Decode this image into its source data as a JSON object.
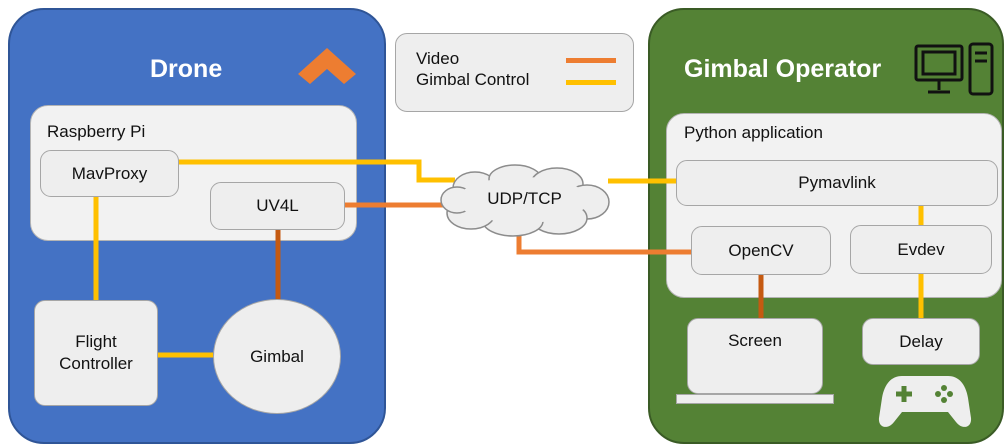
{
  "drone": {
    "title": "Drone",
    "subsystem_label": "Raspberry Pi",
    "mavproxy": "MavProxy",
    "uv4l": "UV4L",
    "flight_controller": "Flight\nController",
    "gimbal": "Gimbal"
  },
  "operator": {
    "title": "Gimbal Operator",
    "subsystem_label": "Python application",
    "pymavlink": "Pymavlink",
    "opencv": "OpenCV",
    "evdev": "Evdev",
    "screen": "Screen",
    "delay": "Delay"
  },
  "network": {
    "label": "UDP/TCP"
  },
  "legend": {
    "video_label": "Video",
    "control_label": "Gimbal Control"
  },
  "colors": {
    "video": "#ed7d31",
    "video_inner": "#c55a11",
    "gimbal_control": "#ffc000",
    "drone_panel": "#4472c4",
    "operator_panel": "#548235"
  },
  "icons": {
    "drone": "orange-chevron-icon",
    "operator": "desktop-computer-icon",
    "controller": "gamepad-icon"
  }
}
